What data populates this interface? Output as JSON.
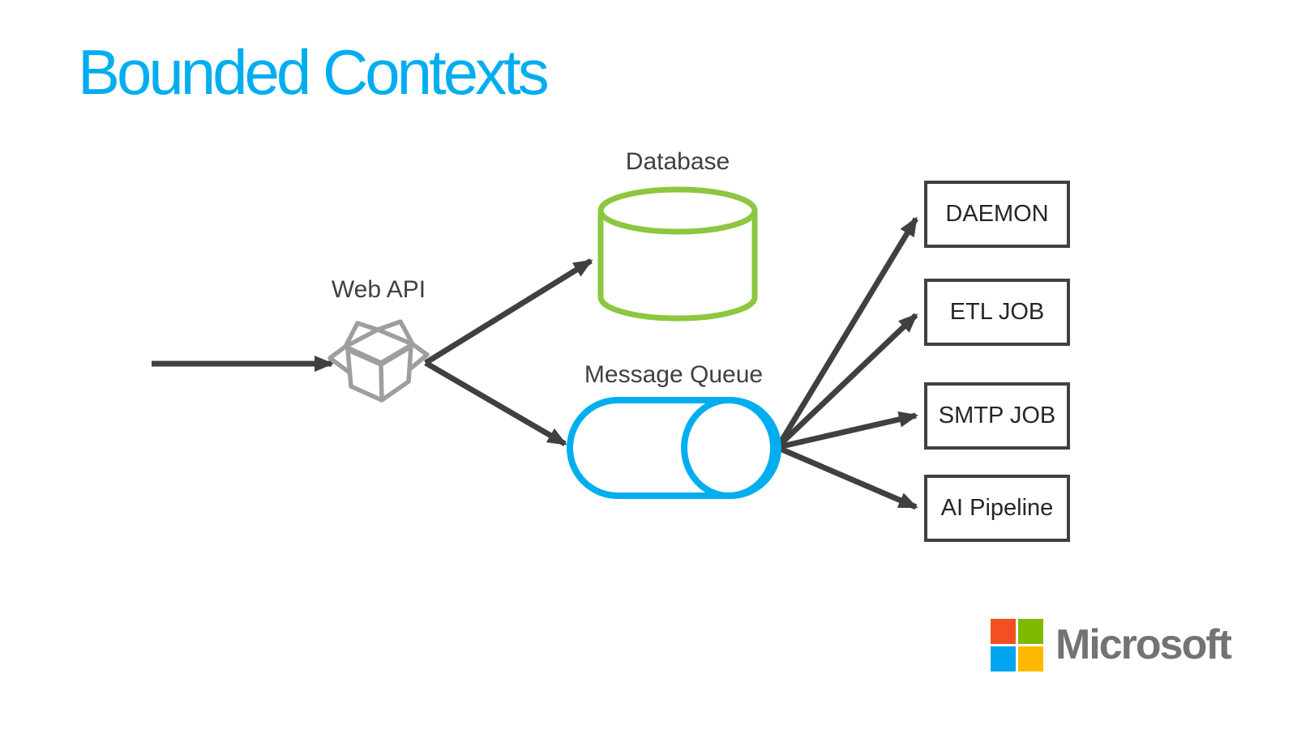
{
  "slide": {
    "title": "Bounded Contexts",
    "title_color": "#00AEEF",
    "background_color": "#FFFFFF"
  },
  "diagram": {
    "web_api": {
      "label": "Web API",
      "icon": "open-box-icon",
      "icon_color": "#9E9E9E"
    },
    "database": {
      "label": "Database",
      "shape": "cylinder",
      "color": "#8DC63F"
    },
    "message_queue": {
      "label": "Message Queue",
      "shape": "horizontal-cylinder",
      "color": "#00AEEF"
    },
    "consumers": [
      {
        "label": "DAEMON"
      },
      {
        "label": "ETL JOB"
      },
      {
        "label": "SMTP JOB"
      },
      {
        "label": "AI Pipeline"
      }
    ],
    "arrow_color": "#404040",
    "box_border_color": "#404040"
  },
  "branding": {
    "wordmark": "Microsoft",
    "wordmark_color": "#737373",
    "squares": [
      {
        "name": "red",
        "color": "#F25022"
      },
      {
        "name": "green",
        "color": "#7FBA00"
      },
      {
        "name": "blue",
        "color": "#00A4EF"
      },
      {
        "name": "yellow",
        "color": "#FFB900"
      }
    ]
  }
}
